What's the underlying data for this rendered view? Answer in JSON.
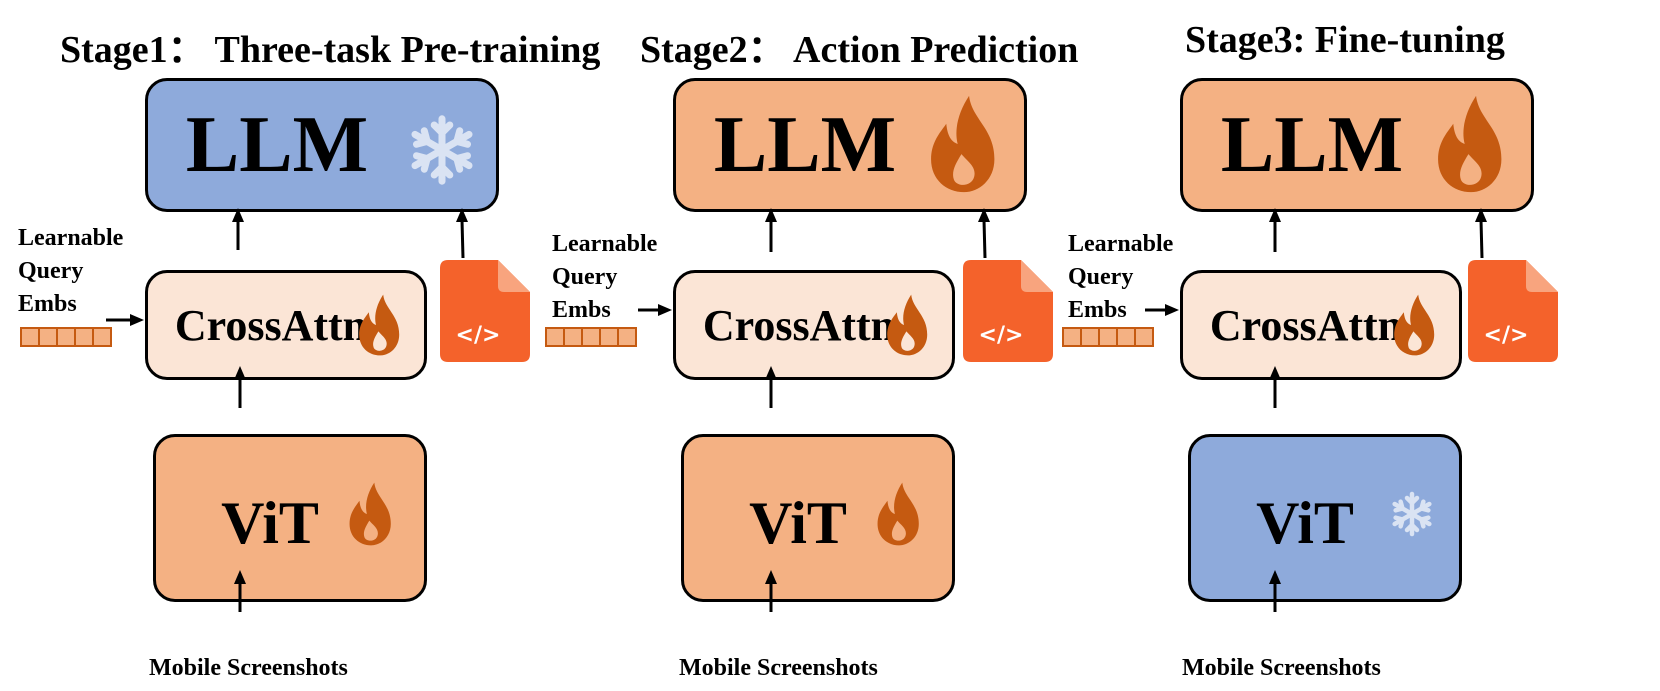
{
  "stages": [
    {
      "title": "Stage1： Three-task Pre-training",
      "llm": {
        "label": "LLM",
        "status": "frozen",
        "status_icon": "snowflake-icon"
      },
      "crossattn": {
        "label": "CrossAttn",
        "status": "trainable",
        "status_icon": "flame-icon"
      },
      "vit": {
        "label": "ViT",
        "status": "trainable",
        "status_icon": "flame-icon"
      },
      "query_label": [
        "Learnable",
        "Query",
        "Embs"
      ],
      "input_label": "Mobile Screenshots",
      "code_icon": "</>"
    },
    {
      "title": "Stage2： Action Prediction",
      "llm": {
        "label": "LLM",
        "status": "trainable",
        "status_icon": "flame-icon"
      },
      "crossattn": {
        "label": "CrossAttn",
        "status": "trainable",
        "status_icon": "flame-icon"
      },
      "vit": {
        "label": "ViT",
        "status": "trainable",
        "status_icon": "flame-icon"
      },
      "query_label": [
        "Learnable",
        "Query",
        "Embs"
      ],
      "input_label": "Mobile Screenshots",
      "code_icon": "</>"
    },
    {
      "title": "Stage3: Fine-tuning",
      "llm": {
        "label": "LLM",
        "status": "trainable",
        "status_icon": "flame-icon"
      },
      "crossattn": {
        "label": "CrossAttn",
        "status": "trainable",
        "status_icon": "flame-icon"
      },
      "vit": {
        "label": "ViT",
        "status": "frozen",
        "status_icon": "snowflake-icon"
      },
      "query_label": [
        "Learnable",
        "Query",
        "Embs"
      ],
      "input_label": "Mobile Screenshots",
      "code_icon": "</>"
    }
  ],
  "colors": {
    "frozen": "#8eaadb",
    "trainable": "#f4b183",
    "crossattn_fill": "#fbe5d6",
    "flame": "#c55a11",
    "snowflake": "#dae3f3",
    "code_doc": "#f4622b"
  }
}
